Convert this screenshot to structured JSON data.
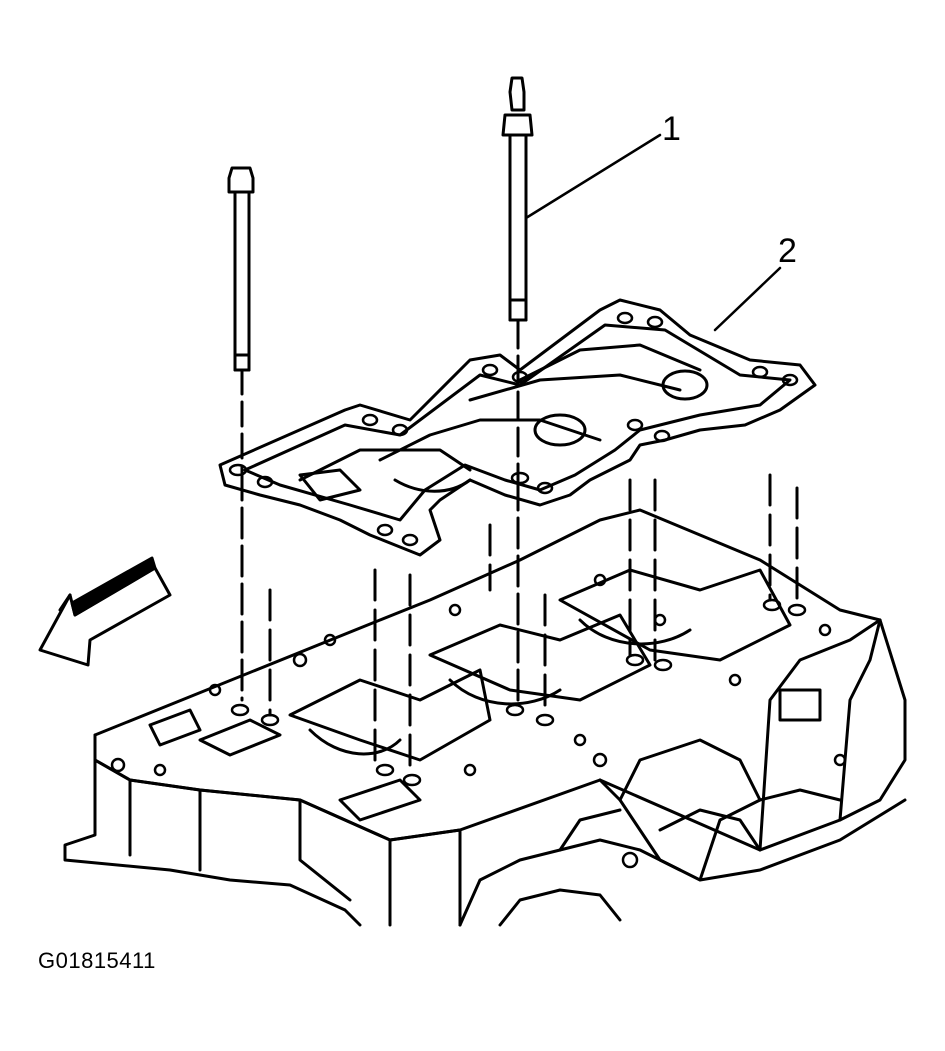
{
  "figure": {
    "callouts": [
      {
        "id": "1",
        "label": "1"
      },
      {
        "id": "2",
        "label": "2"
      }
    ],
    "figure_id": "G01815411",
    "colors": {
      "ink": "#000000",
      "paper": "#ffffff"
    }
  }
}
